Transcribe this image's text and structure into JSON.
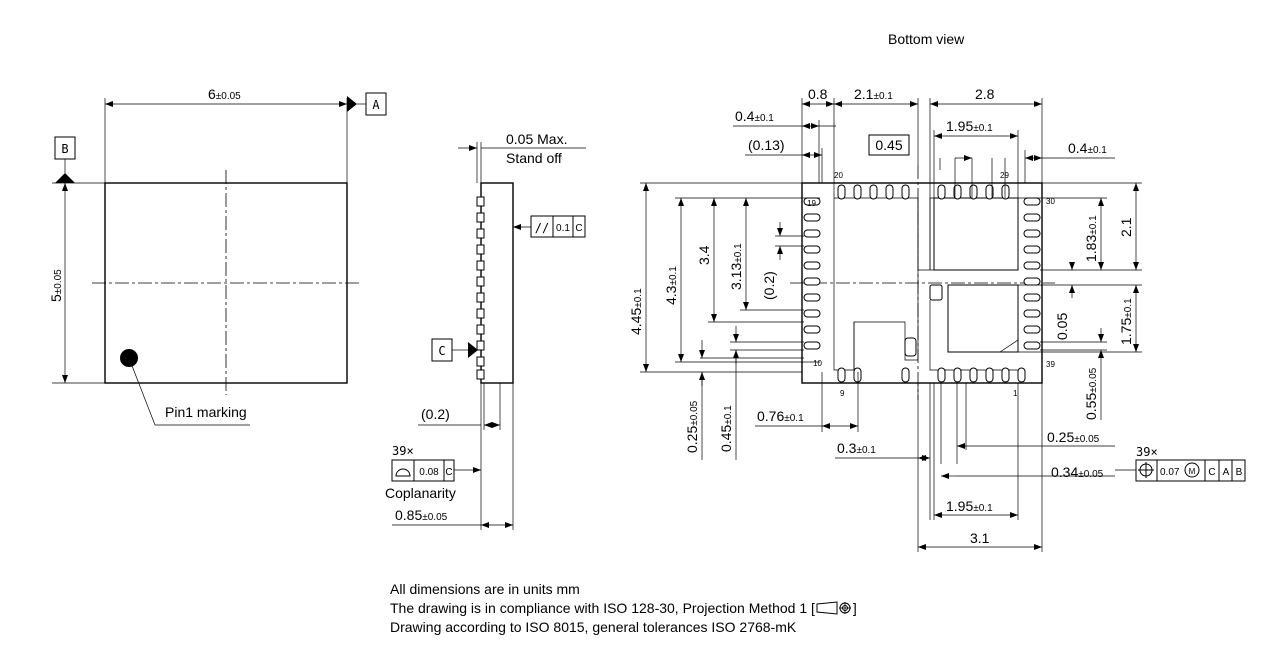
{
  "title": "Bottom view",
  "top_view": {
    "width_dim": "6",
    "width_tol": "±0.05",
    "height_dim": "5",
    "height_tol": "±0.05",
    "datum_a": "A",
    "datum_b": "B",
    "pin1_label": "Pin1 marking"
  },
  "side_view": {
    "standoff_line1": "0.05 Max.",
    "standoff_line2": "Stand off",
    "parallelism_symbol": "//",
    "parallelism_value": "0.1",
    "parallelism_datum": "C",
    "datum_c": "C",
    "offset_dim": "(0.2)",
    "count_label": "39×",
    "coplanarity_value": "0.08",
    "coplanarity_datum": "C",
    "coplanarity_label": "Coplanarity",
    "thickness_dim": "0.85",
    "thickness_tol": "±0.05"
  },
  "bottom_view": {
    "top_dims": {
      "d08": "0.8",
      "d21": "2.1",
      "d21_tol": "±0.1",
      "d28": "2.8",
      "d04_left": "0.4",
      "d04_left_tol": "±0.1",
      "d195_top": "1.95",
      "d195_top_tol": "±0.1",
      "d013": "(0.13)",
      "d045_box": "0.45",
      "d04_right": "0.4",
      "d04_right_tol": "±0.1"
    },
    "left_dims": {
      "d445": "4.45",
      "d445_tol": "±0.1",
      "d43": "4.3",
      "d43_tol": "±0.1",
      "d34": "3.4",
      "d313": "3.13",
      "d313_tol": "±0.1",
      "d02": "(0.2)"
    },
    "right_dims": {
      "d21": "2.1",
      "d183": "1.83",
      "d183_tol": "±0.1",
      "d005": "0.05",
      "d175": "1.75",
      "d175_tol": "±0.1",
      "d055": "0.55",
      "d055_tol": "±0.05"
    },
    "bottom_dims": {
      "d025": "0.25",
      "d025_tol": "±0.05",
      "d045": "0.45",
      "d045_tol": "±0.1",
      "d076": "0.76",
      "d076_tol": "±0.1",
      "d03": "0.3",
      "d03_tol": "±0.1",
      "d025r": "0.25",
      "d025r_tol": "±0.05",
      "d034": "0.34",
      "d034_tol": "±0.05",
      "d195": "1.95",
      "d195_tol": "±0.1",
      "d31": "3.1"
    },
    "pin_labels": {
      "p1": "1",
      "p9": "9",
      "p10": "10",
      "p19": "19",
      "p20": "20",
      "p29": "29",
      "p30": "30",
      "p39": "39"
    },
    "position_frame": {
      "count_label": "39×",
      "value": "0.07",
      "modifier": "M",
      "datum1": "C",
      "datum2": "A",
      "datum3": "B"
    }
  },
  "notes": [
    "All dimensions are in units mm",
    "The drawing is in compliance with ISO 128-30, Projection Method 1 [",
    "Drawing according to ISO 8015, general tolerances ISO 2768-mK"
  ]
}
